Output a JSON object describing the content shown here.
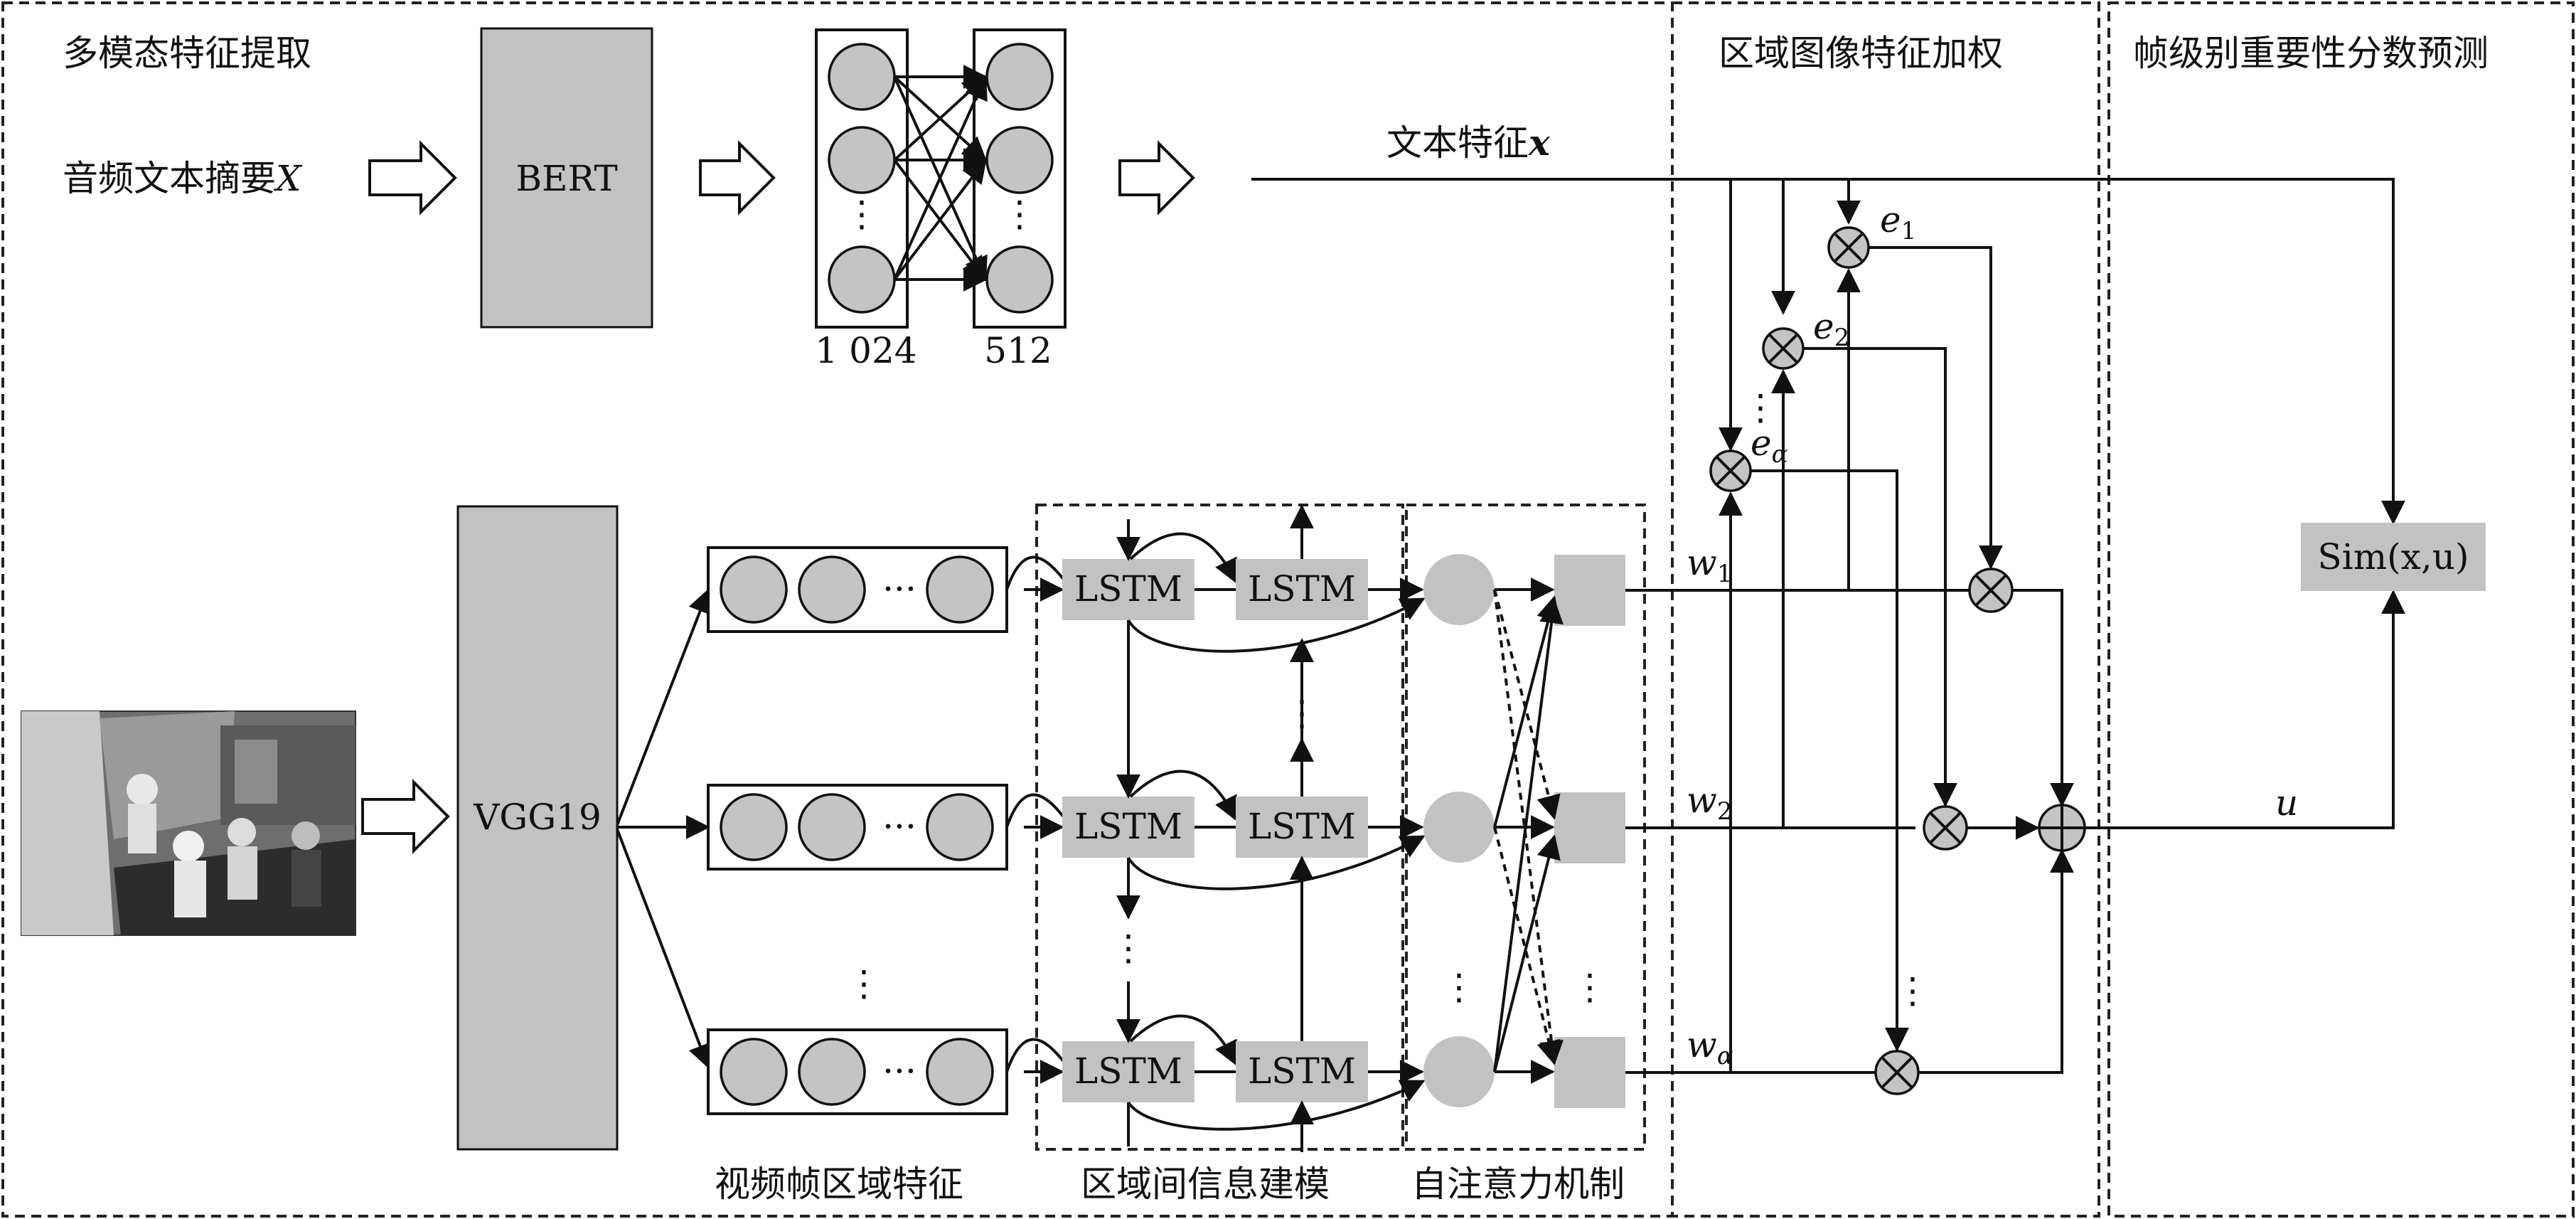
{
  "sections": {
    "feature_extraction": "多模态特征提取",
    "region_weighting": "区域图像特征加权",
    "frame_score": "帧级别重要性分数预测"
  },
  "inputs": {
    "audio_text_summary": "音频文本摘要",
    "audio_text_symbol": "X"
  },
  "models": {
    "bert": "BERT",
    "vgg": "VGG19",
    "lstm": "LSTM",
    "sim": "Sim(x,u)"
  },
  "layer_sizes": {
    "left": "1 024",
    "right": "512"
  },
  "text_feature": {
    "label": "文本特征",
    "symbol": "x"
  },
  "weights": {
    "w1": "w",
    "w1_sub": "1",
    "w2": "w",
    "w2_sub": "2",
    "wa": "w",
    "wa_sub": "α"
  },
  "energies": {
    "e1": "e",
    "e1_sub": "1",
    "e2": "e",
    "e2_sub": "2",
    "ea": "e",
    "ea_sub": "α"
  },
  "output_symbol": "u",
  "bottom_labels": {
    "video_region_features": "视频帧区域特征",
    "inter_region_modeling": "区域间信息建模",
    "self_attention": "自注意力机制"
  },
  "colors": {
    "node_gray": "#c4c4c4",
    "box_gray": "#c2c2c2",
    "line": "#111111"
  }
}
